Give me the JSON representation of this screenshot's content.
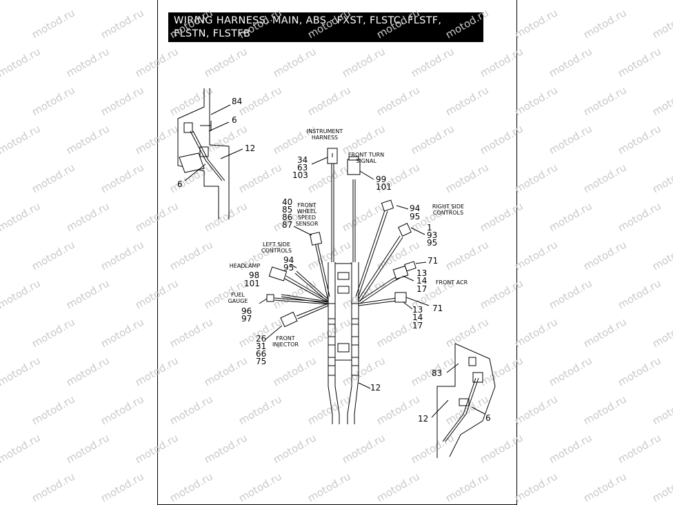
{
  "title": "WIRING HARNESS, MAIN, ABS - FXST, FLSTC, FLSTF, FLSTN, FLSTFB",
  "watermark": "motod.ru",
  "callouts": {
    "harness_main": "12",
    "instrument": [
      "34",
      "63",
      "103"
    ],
    "front_turn": [
      "99",
      "101"
    ],
    "right_side_a": [
      "94",
      "95"
    ],
    "right_side_b": [
      "1",
      "93",
      "95"
    ],
    "wheel_speed": [
      "40",
      "85",
      "86",
      "87"
    ],
    "left_side": [
      "94",
      "95"
    ],
    "headlamp": [
      "98",
      "101"
    ],
    "fuel_gauge": [
      "96",
      "97"
    ],
    "front_injector": [
      "26",
      "31",
      "66",
      "75"
    ],
    "acr_71_upper": "71",
    "acr_upper": [
      "13",
      "14",
      "17"
    ],
    "acr_lower": [
      "13",
      "14",
      "17"
    ],
    "acr_71_lower": "71",
    "inset_tl": {
      "a": "84",
      "b": "6",
      "c": "12",
      "d": "6"
    },
    "inset_br": {
      "a": "83",
      "b": "12",
      "c": "6"
    }
  },
  "captions": {
    "instrument_harness": [
      "INSTRUMENT",
      "HARNESS"
    ],
    "front_turn_signal": [
      "FRONT TURN",
      "SIGNAL"
    ],
    "front_wheel_speed_sensor": [
      "FRONT",
      "WHEEL",
      "SPEED",
      "SENSOR"
    ],
    "right_side_controls": [
      "RIGHT SIDE",
      "CONTROLS"
    ],
    "left_side_controls": [
      "LEFT SIDE",
      "CONTROLS"
    ],
    "headlamp": [
      "HEADLAMP"
    ],
    "fuel_gauge": [
      "FUEL",
      "GAUGE"
    ],
    "front_injector": [
      "FRONT",
      "INJECTOR"
    ],
    "front_acr": [
      "FRONT ACR"
    ]
  }
}
